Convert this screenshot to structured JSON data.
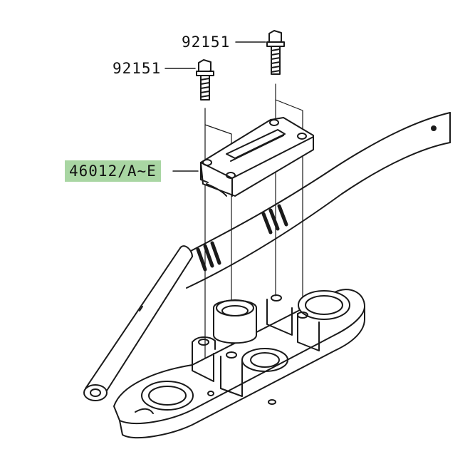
{
  "diagram": {
    "callouts": [
      {
        "id": "bolt-right",
        "text": "92151"
      },
      {
        "id": "bolt-left",
        "text": "92151"
      },
      {
        "id": "holder",
        "text": "46012/A~E",
        "highlight_color": "#a9d6a3"
      }
    ]
  }
}
